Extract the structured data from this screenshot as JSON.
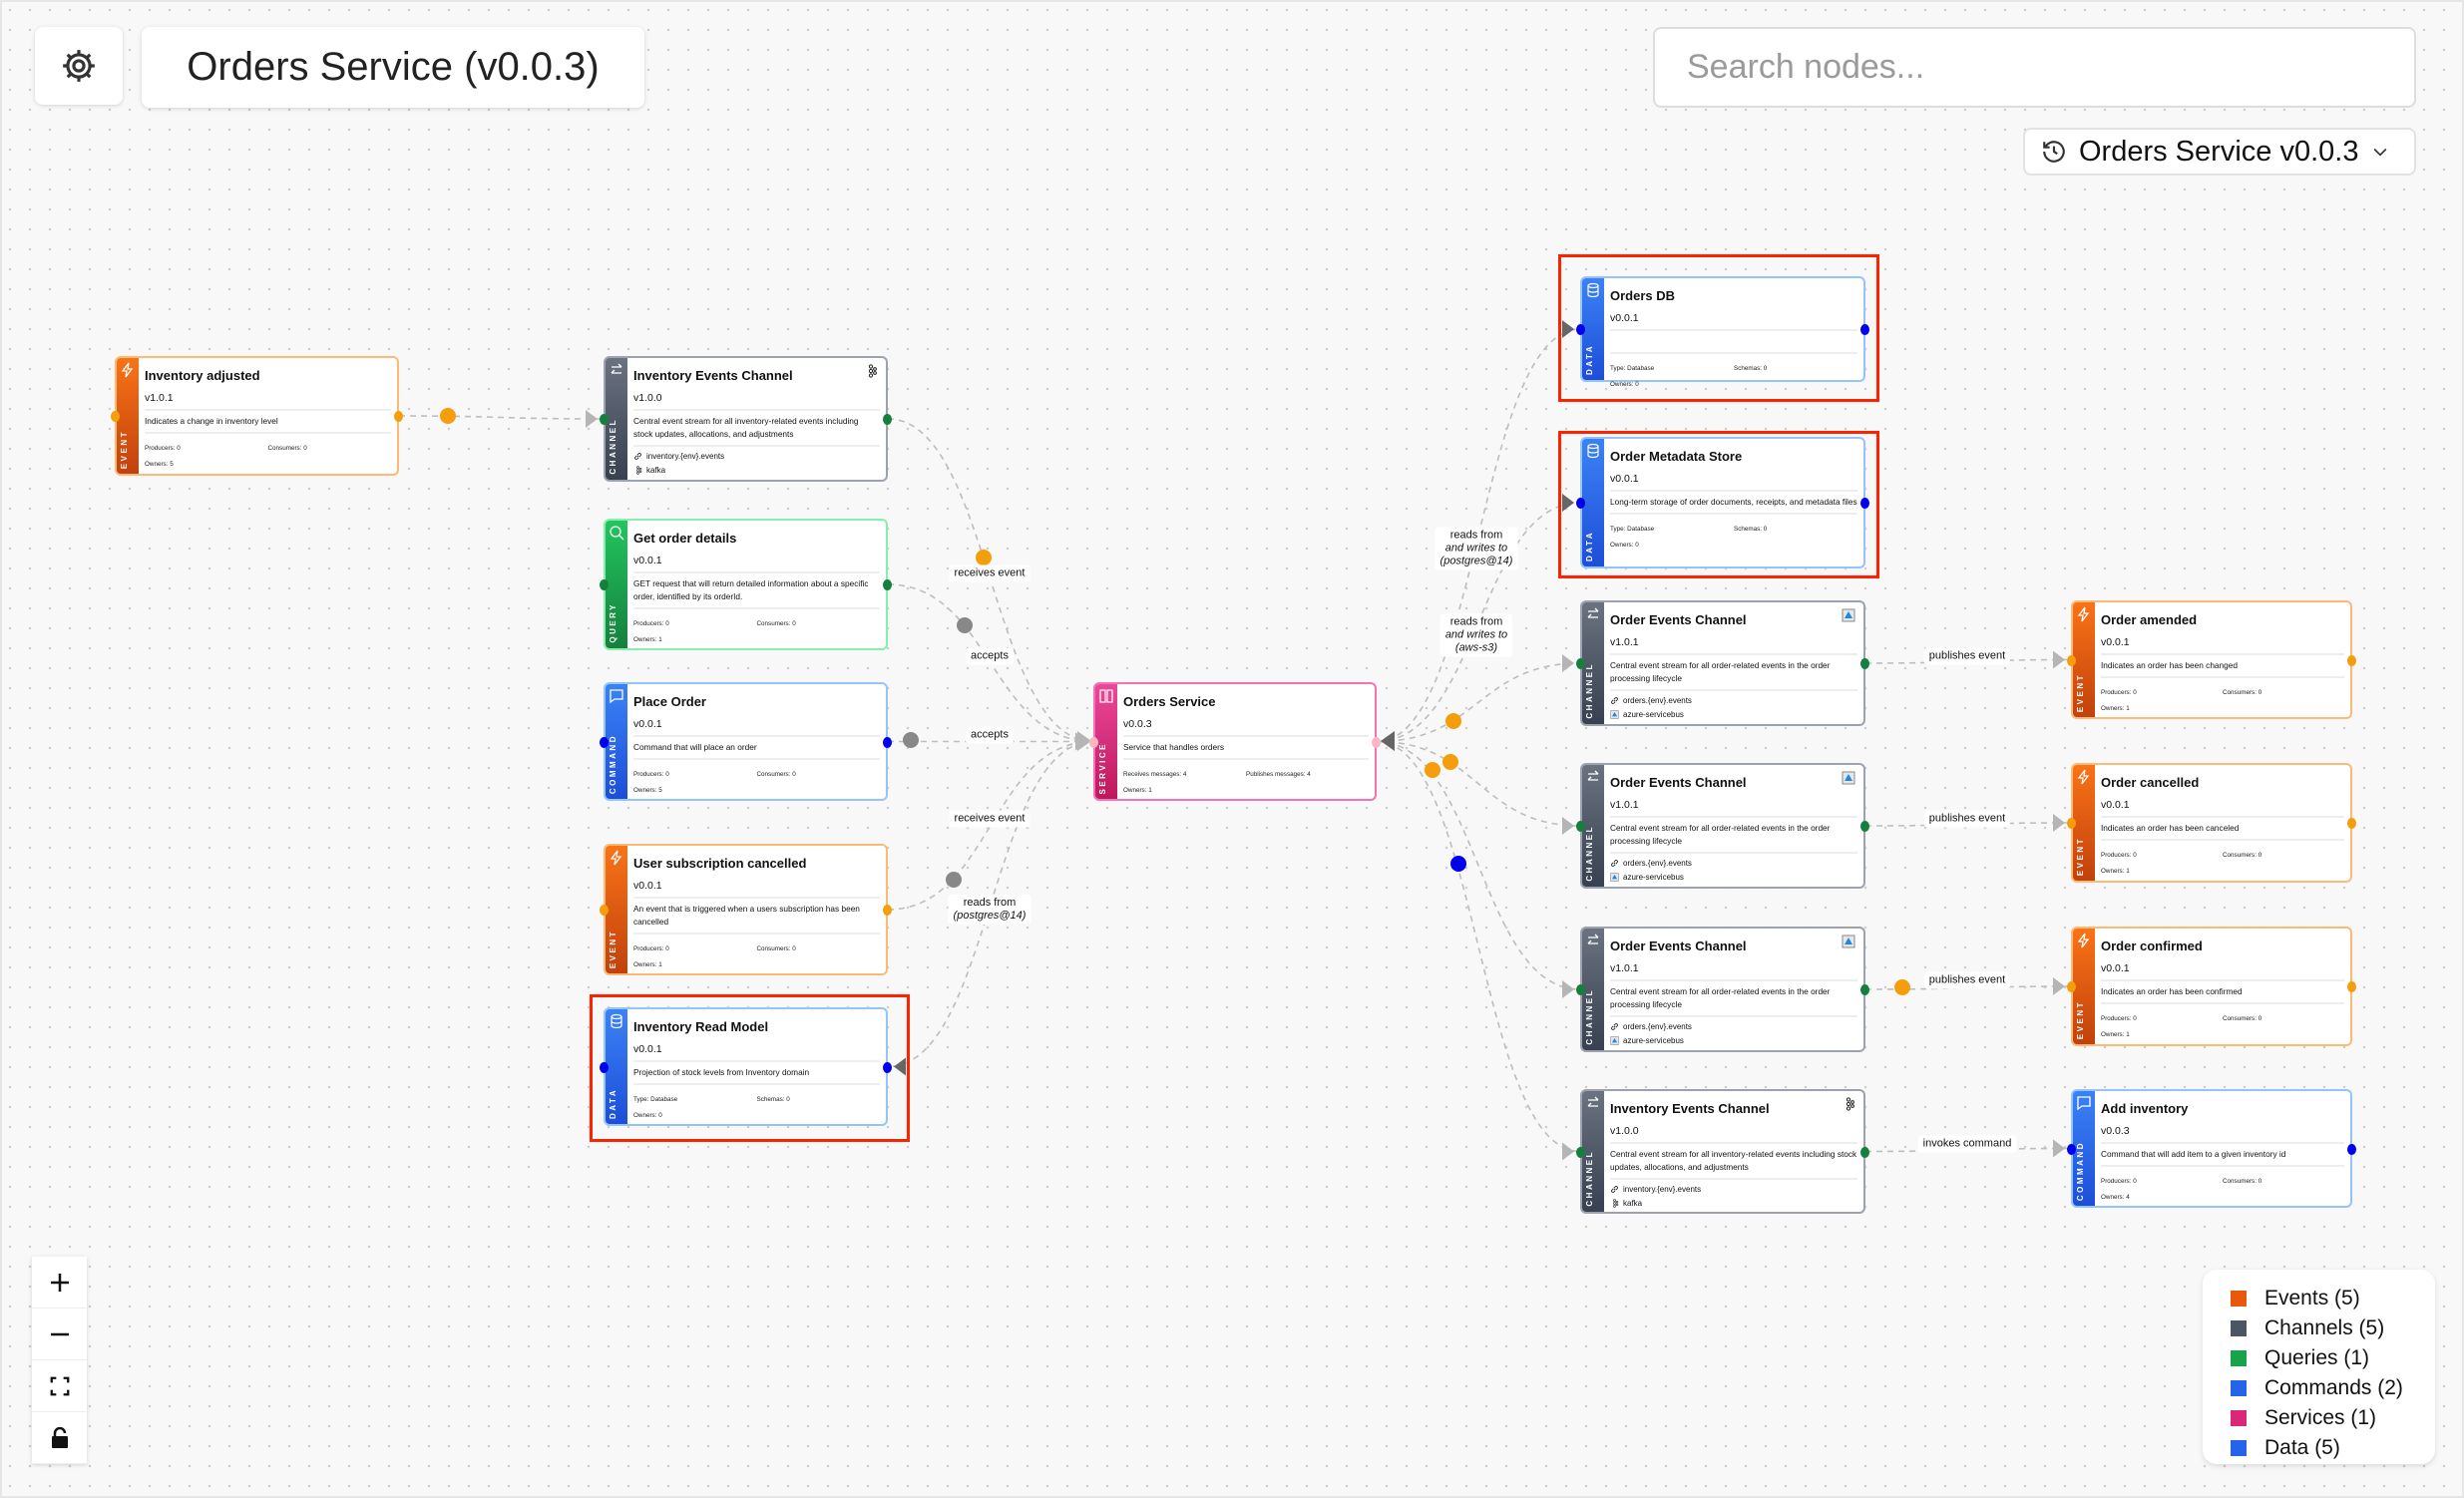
{
  "header": {
    "settings_icon": "gear-icon",
    "title": "Orders Service (v0.0.3)",
    "search_placeholder": "Search nodes...",
    "version_select": {
      "icon": "history-icon",
      "value": "Orders Service v0.0.3"
    }
  },
  "colors": {
    "event": "#ea580c",
    "channel": "#4b5563",
    "query": "#16a34a",
    "command": "#2563eb",
    "service": "#db2777",
    "data": "#2563eb",
    "highlight": "#ff2200"
  },
  "nodes": [
    {
      "id": "inventory-adjusted",
      "type": "event",
      "label": "EVENT",
      "title": "Inventory adjusted",
      "version": "v1.0.1",
      "description": "Indicates a change in inventory level",
      "stats": [
        "Producers: 0",
        "Consumers: 0",
        "Owners: 5"
      ]
    },
    {
      "id": "inventory-events-channel-1",
      "type": "channel",
      "label": "CHANNEL",
      "title": "Inventory Events Channel",
      "version": "v1.0.0",
      "description": "Central event stream for all inventory-related events including stock updates, allocations, and adjustments",
      "address": "inventory.{env}.events",
      "protocol": "kafka",
      "protocol_icon": "kafka-icon"
    },
    {
      "id": "get-order-details",
      "type": "query",
      "label": "QUERY",
      "title": "Get order details",
      "version": "v0.0.1",
      "description": "GET request that will return detailed information about a specific order, identified by its orderId.",
      "stats": [
        "Producers: 0",
        "Consumers: 0",
        "Owners: 1"
      ]
    },
    {
      "id": "place-order",
      "type": "command",
      "label": "COMMAND",
      "title": "Place Order",
      "version": "v0.0.1",
      "description": "Command that will place an order",
      "stats": [
        "Producers: 0",
        "Consumers: 0",
        "Owners: 5"
      ]
    },
    {
      "id": "user-subscription-cancelled",
      "type": "event",
      "label": "EVENT",
      "title": "User subscription cancelled",
      "version": "v0.0.1",
      "description": "An event that is triggered when a users subscription has been cancelled",
      "stats": [
        "Producers: 0",
        "Consumers: 0",
        "Owners: 1"
      ]
    },
    {
      "id": "inventory-read-model",
      "type": "data",
      "label": "DATA",
      "title": "Inventory Read Model",
      "version": "v0.0.1",
      "description": "Projection of stock levels from Inventory domain",
      "stats": [
        "Type: Database",
        "Schemas: 0",
        "Owners: 0"
      ],
      "highlighted": true
    },
    {
      "id": "orders-service",
      "type": "service",
      "label": "SERVICE",
      "title": "Orders Service",
      "version": "v0.0.3",
      "description": "Service that handles orders",
      "stats": [
        "Receives messages: 4",
        "Publishes messages: 4",
        "Owners: 1"
      ]
    },
    {
      "id": "orders-db",
      "type": "data",
      "label": "DATA",
      "title": "Orders DB",
      "version": "v0.0.1",
      "description": "",
      "stats": [
        "Type: Database",
        "Schemas: 0",
        "Owners: 0"
      ],
      "highlighted": true
    },
    {
      "id": "order-metadata-store",
      "type": "data",
      "label": "DATA",
      "title": "Order Metadata Store",
      "version": "v0.0.1",
      "description": "Long-term storage of order documents, receipts, and metadata files",
      "stats": [
        "Type: Database",
        "Schemas: 0",
        "Owners: 0"
      ],
      "highlighted": true
    },
    {
      "id": "order-events-channel-1",
      "type": "channel",
      "label": "CHANNEL",
      "title": "Order Events Channel",
      "version": "v1.0.1",
      "description": "Central event stream for all order-related events in the order processing lifecycle",
      "address": "orders.{env}.events",
      "protocol": "azure-servicebus",
      "protocol_icon": "azure-servicebus-icon"
    },
    {
      "id": "order-events-channel-2",
      "type": "channel",
      "label": "CHANNEL",
      "title": "Order Events Channel",
      "version": "v1.0.1",
      "description": "Central event stream for all order-related events in the order processing lifecycle",
      "address": "orders.{env}.events",
      "protocol": "azure-servicebus",
      "protocol_icon": "azure-servicebus-icon"
    },
    {
      "id": "order-events-channel-3",
      "type": "channel",
      "label": "CHANNEL",
      "title": "Order Events Channel",
      "version": "v1.0.1",
      "description": "Central event stream for all order-related events in the order processing lifecycle",
      "address": "orders.{env}.events",
      "protocol": "azure-servicebus",
      "protocol_icon": "azure-servicebus-icon"
    },
    {
      "id": "inventory-events-channel-2",
      "type": "channel",
      "label": "CHANNEL",
      "title": "Inventory Events Channel",
      "version": "v1.0.0",
      "description": "Central event stream for all inventory-related events including stock updates, allocations, and adjustments",
      "address": "inventory.{env}.events",
      "protocol": "kafka",
      "protocol_icon": "kafka-icon"
    },
    {
      "id": "order-amended",
      "type": "event",
      "label": "EVENT",
      "title": "Order amended",
      "version": "v0.0.1",
      "description": "Indicates an order has been changed",
      "stats": [
        "Producers: 0",
        "Consumers: 0",
        "Owners: 1"
      ]
    },
    {
      "id": "order-cancelled",
      "type": "event",
      "label": "EVENT",
      "title": "Order cancelled",
      "version": "v0.0.1",
      "description": "Indicates an order has been canceled",
      "stats": [
        "Producers: 0",
        "Consumers: 0",
        "Owners: 1"
      ]
    },
    {
      "id": "order-confirmed",
      "type": "event",
      "label": "EVENT",
      "title": "Order confirmed",
      "version": "v0.0.1",
      "description": "Indicates an order has been confirmed",
      "stats": [
        "Producers: 0",
        "Consumers: 0",
        "Owners: 1"
      ]
    },
    {
      "id": "add-inventory",
      "type": "command",
      "label": "COMMAND",
      "title": "Add inventory",
      "version": "v0.0.3",
      "description": "Command that will add item to a given inventory id",
      "stats": [
        "Producers: 0",
        "Consumers: 0",
        "Owners: 4"
      ]
    }
  ],
  "edges": [
    {
      "from": "inventory-adjusted",
      "to": "inventory-events-channel-1",
      "label": ""
    },
    {
      "from": "inventory-events-channel-1",
      "to": "orders-service",
      "label": "receives event"
    },
    {
      "from": "get-order-details",
      "to": "orders-service",
      "label": "accepts"
    },
    {
      "from": "place-order",
      "to": "orders-service",
      "label": "accepts"
    },
    {
      "from": "user-subscription-cancelled",
      "to": "orders-service",
      "label": "receives event"
    },
    {
      "from": "orders-service",
      "to": "inventory-read-model",
      "label": "reads from",
      "detail": "(postgres@14)"
    },
    {
      "from": "orders-service",
      "to": "orders-db",
      "label": "reads from",
      "detail": "and writes to",
      "detail2": "(postgres@14)"
    },
    {
      "from": "orders-service",
      "to": "order-metadata-store",
      "label": "reads from",
      "detail": "and writes to",
      "detail2": "(aws-s3)"
    },
    {
      "from": "orders-service",
      "to": "order-events-channel-1",
      "label": ""
    },
    {
      "from": "orders-service",
      "to": "order-events-channel-2",
      "label": ""
    },
    {
      "from": "orders-service",
      "to": "order-events-channel-3",
      "label": ""
    },
    {
      "from": "orders-service",
      "to": "inventory-events-channel-2",
      "label": ""
    },
    {
      "from": "order-events-channel-1",
      "to": "order-amended",
      "label": "publishes event"
    },
    {
      "from": "order-events-channel-2",
      "to": "order-cancelled",
      "label": "publishes event"
    },
    {
      "from": "order-events-channel-3",
      "to": "order-confirmed",
      "label": "publishes event"
    },
    {
      "from": "inventory-events-channel-2",
      "to": "add-inventory",
      "label": "invokes command"
    }
  ],
  "controls": {
    "zoom_in": "plus-icon",
    "zoom_out": "minus-icon",
    "fit_view": "fit-view-icon",
    "lock": "lock-icon"
  },
  "legend": [
    {
      "label": "Events (5)",
      "color": "#ea580c"
    },
    {
      "label": "Channels (5)",
      "color": "#4b5563"
    },
    {
      "label": "Queries (1)",
      "color": "#16a34a"
    },
    {
      "label": "Commands (2)",
      "color": "#2563eb"
    },
    {
      "label": "Services (1)",
      "color": "#db2777"
    },
    {
      "label": "Data (5)",
      "color": "#2563eb"
    }
  ]
}
